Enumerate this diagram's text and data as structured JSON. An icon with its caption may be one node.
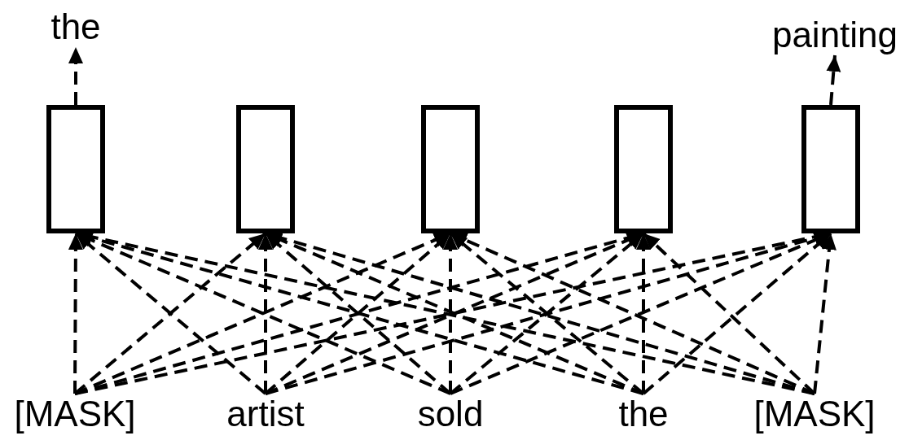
{
  "diagram": {
    "nodes": [
      {
        "text": [
          "the"
        ]
      },
      {
        "text": [
          "painting"
        ]
      },
      {
        "text": [],
        "shape": "box"
      },
      {
        "text": [],
        "shape": "box"
      },
      {
        "text": [],
        "shape": "box"
      },
      {
        "text": [],
        "shape": "box"
      },
      {
        "text": [],
        "shape": "box"
      },
      {
        "text": [
          "[MASK]"
        ]
      },
      {
        "text": [
          "artist"
        ]
      },
      {
        "text": [
          "sold"
        ]
      },
      {
        "text": [
          "the"
        ]
      },
      {
        "text": [
          "[MASK]"
        ]
      }
    ],
    "edges": [
      {
        "from": 2,
        "to": 0,
        "arrow": "to",
        "style": "dashed"
      },
      {
        "from": 6,
        "to": 1,
        "arrow": "to",
        "style": "dashed"
      },
      {
        "from": 7,
        "to": 2,
        "arrow": "to",
        "style": "dashed"
      },
      {
        "from": 7,
        "to": 3,
        "arrow": "to",
        "style": "dashed"
      },
      {
        "from": 7,
        "to": 4,
        "arrow": "to",
        "style": "dashed"
      },
      {
        "from": 7,
        "to": 5,
        "arrow": "to",
        "style": "dashed"
      },
      {
        "from": 7,
        "to": 6,
        "arrow": "to",
        "style": "dashed"
      },
      {
        "from": 8,
        "to": 2,
        "arrow": "to",
        "style": "dashed"
      },
      {
        "from": 8,
        "to": 3,
        "arrow": "to",
        "style": "dashed"
      },
      {
        "from": 8,
        "to": 4,
        "arrow": "to",
        "style": "dashed"
      },
      {
        "from": 8,
        "to": 5,
        "arrow": "to",
        "style": "dashed"
      },
      {
        "from": 8,
        "to": 6,
        "arrow": "to",
        "style": "dashed"
      },
      {
        "from": 9,
        "to": 2,
        "arrow": "to",
        "style": "dashed"
      },
      {
        "from": 9,
        "to": 3,
        "arrow": "to",
        "style": "dashed"
      },
      {
        "from": 9,
        "to": 4,
        "arrow": "to",
        "style": "dashed"
      },
      {
        "from": 9,
        "to": 5,
        "arrow": "to",
        "style": "dashed"
      },
      {
        "from": 9,
        "to": 6,
        "arrow": "to",
        "style": "dashed"
      },
      {
        "from": 10,
        "to": 2,
        "arrow": "to",
        "style": "dashed"
      },
      {
        "from": 10,
        "to": 3,
        "arrow": "to",
        "style": "dashed"
      },
      {
        "from": 10,
        "to": 4,
        "arrow": "to",
        "style": "dashed"
      },
      {
        "from": 10,
        "to": 5,
        "arrow": "to",
        "style": "dashed"
      },
      {
        "from": 10,
        "to": 6,
        "arrow": "to",
        "style": "dashed"
      },
      {
        "from": 11,
        "to": 2,
        "arrow": "to",
        "style": "dashed"
      },
      {
        "from": 11,
        "to": 3,
        "arrow": "to",
        "style": "dashed"
      },
      {
        "from": 11,
        "to": 4,
        "arrow": "to",
        "style": "dashed"
      },
      {
        "from": 11,
        "to": 5,
        "arrow": "to",
        "style": "dashed"
      },
      {
        "from": 11,
        "to": 6,
        "arrow": "to",
        "style": "dashed"
      }
    ]
  }
}
